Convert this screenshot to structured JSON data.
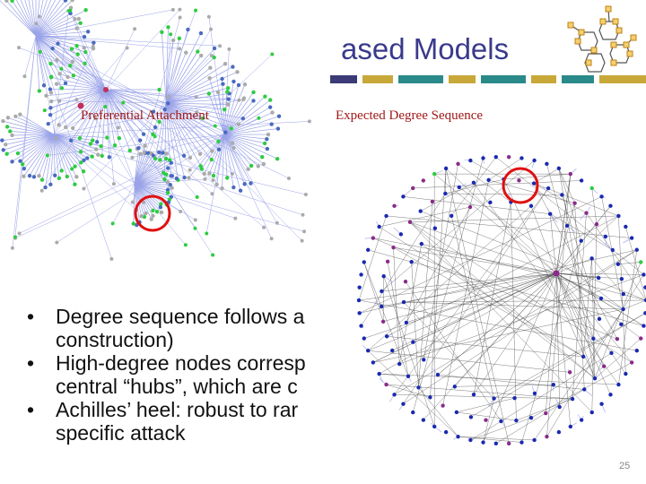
{
  "slide": {
    "title": "ased Models",
    "captions": {
      "left": "Preferential Attachment",
      "right": "Expected Degree Sequence"
    },
    "bullets": [
      "Degree sequence follows a",
      "construction)",
      "High-degree nodes corresp",
      "central “hubs”, which are c",
      "Achilles’ heel: robust to rar",
      "specific attack"
    ],
    "page_number": "25"
  },
  "colors": {
    "title": "#3a3a8c",
    "caption": "#a01818",
    "bar_teal": "#2a8a8a",
    "bar_gold": "#c8a838",
    "bar_navy": "#3b3b78",
    "edge_left": "#9aa3e8",
    "edge_right": "#444444",
    "node_green": "#2ecc40",
    "node_gray": "#aaaaaa",
    "node_blue": "#1a2ab0",
    "node_purple": "#8a2a8a",
    "highlight": "#e01010",
    "logo_node": "#e8a020"
  },
  "icons": [
    "network-logo-icon"
  ]
}
